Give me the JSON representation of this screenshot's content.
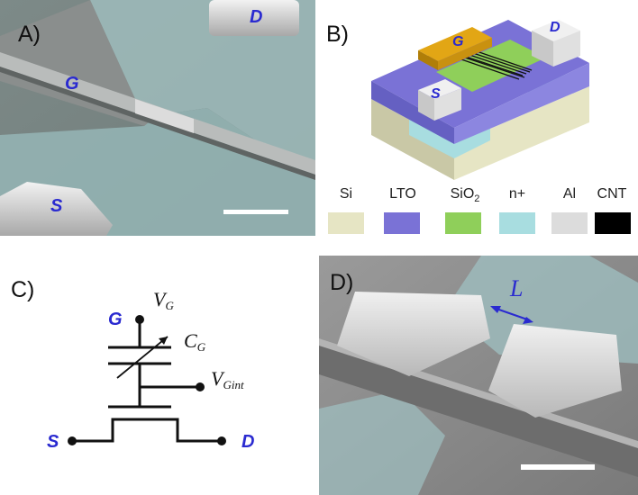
{
  "panelA": {
    "letter": "A)",
    "gate_label": "G",
    "drain_label": "D",
    "source_label": "S"
  },
  "panelB": {
    "letter": "B)",
    "gate_label": "G",
    "drain_label": "D",
    "source_label": "S",
    "legend": [
      {
        "label": "Si",
        "color": "#e6e5c4"
      },
      {
        "label": "LTO",
        "color": "#7a72d6"
      },
      {
        "label": "SiO",
        "sub": "2",
        "color": "#8fcf5a"
      },
      {
        "label": "n+",
        "color": "#a8dde0"
      },
      {
        "label": "Al",
        "color": "#dcdcdc"
      },
      {
        "label": "CNT",
        "color": "#000000"
      }
    ]
  },
  "panelC": {
    "letter": "C)",
    "gate_label": "G",
    "source_label": "S",
    "drain_label": "D",
    "vg_main": "V",
    "vg_sub": "G",
    "cg_main": "C",
    "cg_sub": "G",
    "vgint_main": "V",
    "vgint_sub": "Gint"
  },
  "panelD": {
    "letter": "D)",
    "length_label": "L"
  },
  "colors": {
    "tint": "#a8c8c8",
    "label_blue": "#2a2ad0"
  }
}
